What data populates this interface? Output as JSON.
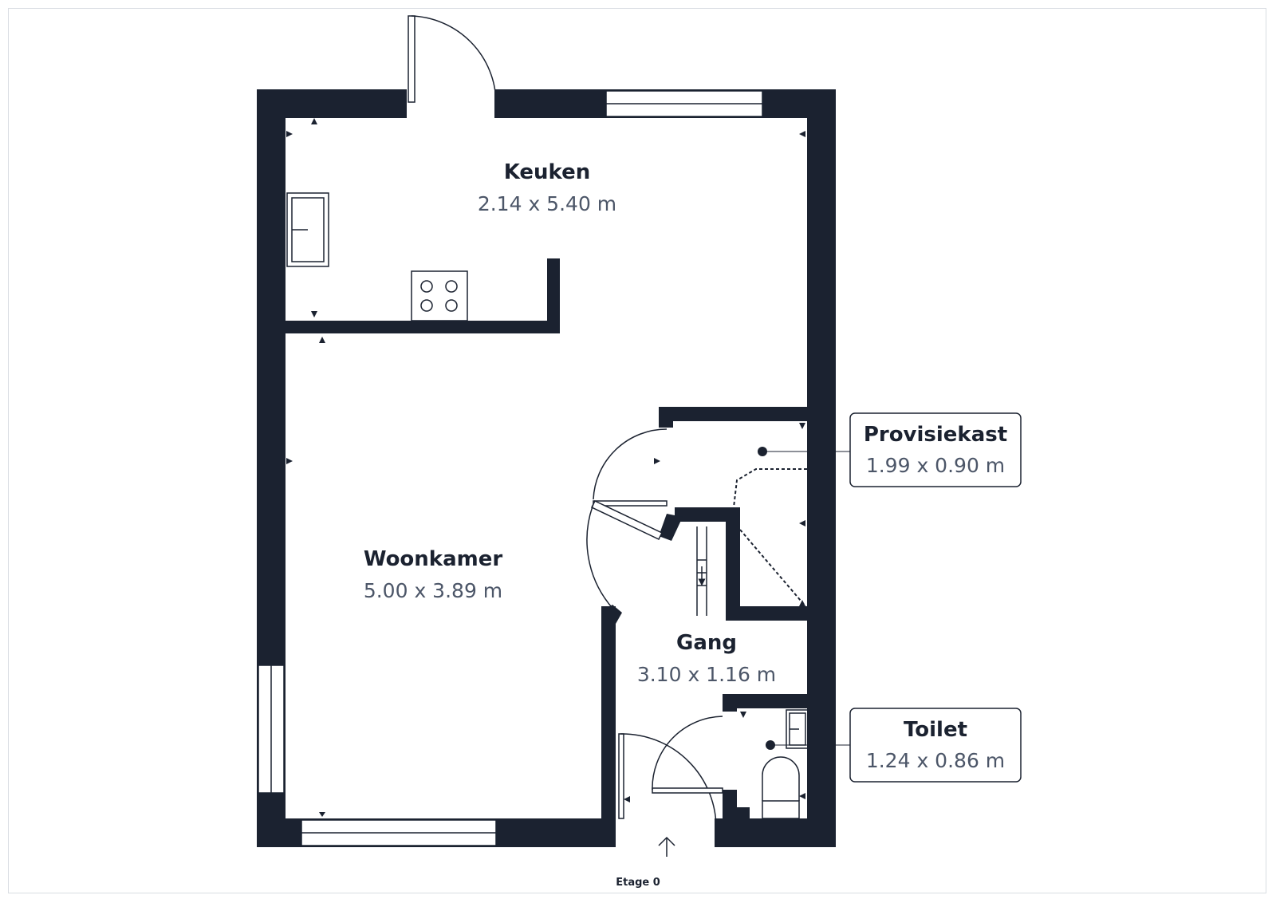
{
  "rooms": {
    "keuken": {
      "name": "Keuken",
      "dims": "2.14 x 5.40 m"
    },
    "woonkamer": {
      "name": "Woonkamer",
      "dims": "5.00 x 3.89 m"
    },
    "gang": {
      "name": "Gang",
      "dims": "3.10 x 1.16 m"
    },
    "provisiekast": {
      "name": "Provisiekast",
      "dims": "1.99 x 0.90 m"
    },
    "toilet": {
      "name": "Toilet",
      "dims": "1.24 x 0.86 m"
    }
  },
  "floor_label": "Etage 0",
  "colors": {
    "wall": "#1b2230",
    "callout_border": "#1b2230",
    "dim_text": "#4c5668"
  },
  "icons": [
    "stove-icon",
    "sink-icon",
    "toilet-icon",
    "washbasin-icon",
    "stairs-icon",
    "entrance-arrow-icon"
  ]
}
